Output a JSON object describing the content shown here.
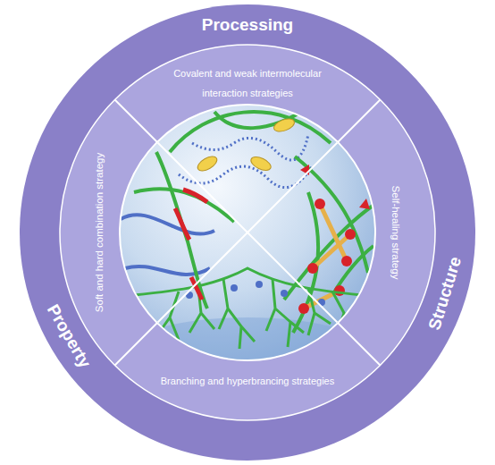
{
  "diagram": {
    "nodes": [
      {
        "text": [
          "Covalent and weak intermolecular interaction strategies"
        ]
      },
      {
        "text": [
          "Self-healing strategy"
        ]
      },
      {
        "text": [
          "Branching and hyperbrancing strategies"
        ]
      },
      {
        "text": [
          "Soft and hard combination strategy"
        ]
      }
    ],
    "labels": [
      "Processing",
      "Structure",
      "Property"
    ]
  }
}
